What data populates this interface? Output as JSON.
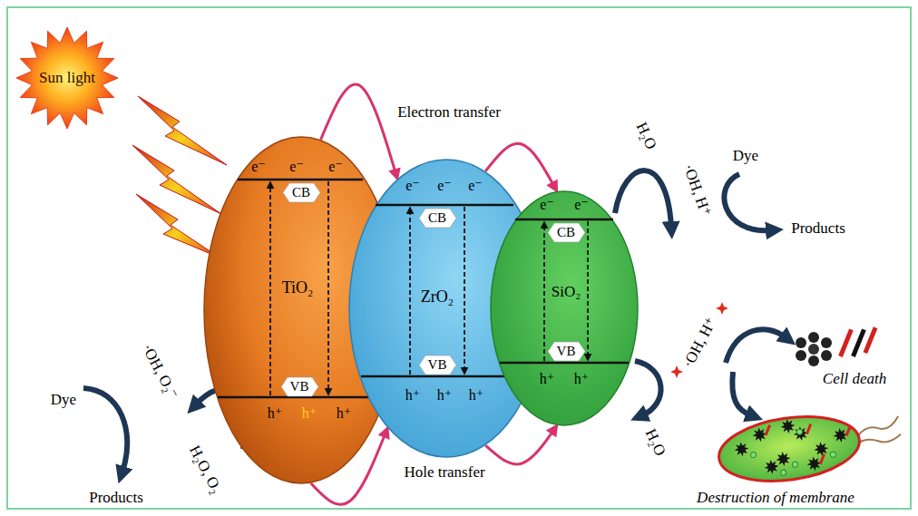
{
  "diagram": {
    "nodes": [
      {
        "text": [
          "Sun light"
        ]
      },
      {
        "text": [
          "TiO₂"
        ]
      },
      {
        "text": [
          "CB"
        ],
        "in": 1
      },
      {
        "text": [
          "VB"
        ],
        "in": 1
      },
      {
        "text": [
          "ZrO₂"
        ]
      },
      {
        "text": [
          "CB"
        ],
        "in": 4
      },
      {
        "text": [
          "VB"
        ],
        "in": 4
      },
      {
        "text": [
          "SiO₂"
        ]
      },
      {
        "text": [
          "CB"
        ],
        "in": 7
      },
      {
        "text": [
          "VB"
        ],
        "in": 7
      }
    ],
    "edges": [
      {
        "from": 1,
        "to": 4,
        "arrow": "to"
      },
      {
        "from": 4,
        "to": 7,
        "arrow": "to"
      },
      {
        "from": 1,
        "to": 4,
        "arrow": "to"
      },
      {
        "from": 4,
        "to": 7,
        "arrow": "to"
      }
    ],
    "labels": [
      "Electron transfer",
      "Hole transfer",
      "e⁻",
      "e⁻",
      "e⁻",
      "e⁻",
      "e⁻",
      "e⁻",
      "e⁻",
      "e⁻",
      "h⁺",
      "h⁺",
      "h⁺",
      "h⁺",
      "h⁺",
      "h⁺",
      "h⁺",
      "h⁺",
      "H₂O",
      "·OH, H⁺",
      "Dye",
      "Products",
      "H₂O",
      "·OH, H⁺",
      "Cell death",
      "Destruction of membrane",
      "Dye",
      "·OH, O₂⁻",
      "H₂O, O₂",
      "Products"
    ]
  }
}
